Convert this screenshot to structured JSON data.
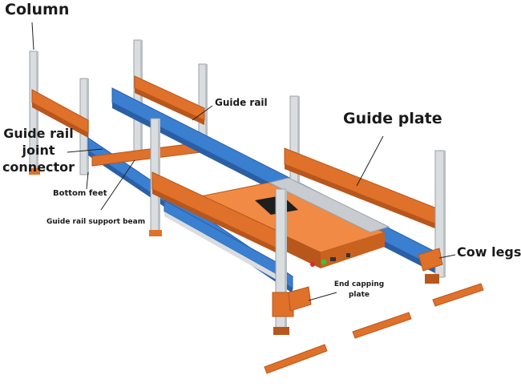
{
  "colors": {
    "orange": "#e0712a",
    "orange_dark": "#b8561b",
    "orange_light": "#f08a45",
    "blue": "#3b7fd0",
    "blue_dark": "#2a5fa5",
    "steel": "#d9dde0",
    "steel_dark": "#9aa1a6",
    "mesh": "#c8ccd0",
    "leader": "#222222"
  },
  "labels": {
    "column": "Column",
    "guide_rail_joint_connector_1": "Guide rail",
    "guide_rail_joint_connector_2": "joint",
    "guide_rail_joint_connector_3": "connector",
    "bottom_feet": "Bottom feet",
    "guide_rail_support_beam": "Guide rail support beam",
    "guide_rail": "Guide rail",
    "guide_plate": "Guide plate",
    "cow_legs": "Cow legs",
    "end_capping_plate_1": "End capping",
    "end_capping_plate_2": "plate"
  }
}
